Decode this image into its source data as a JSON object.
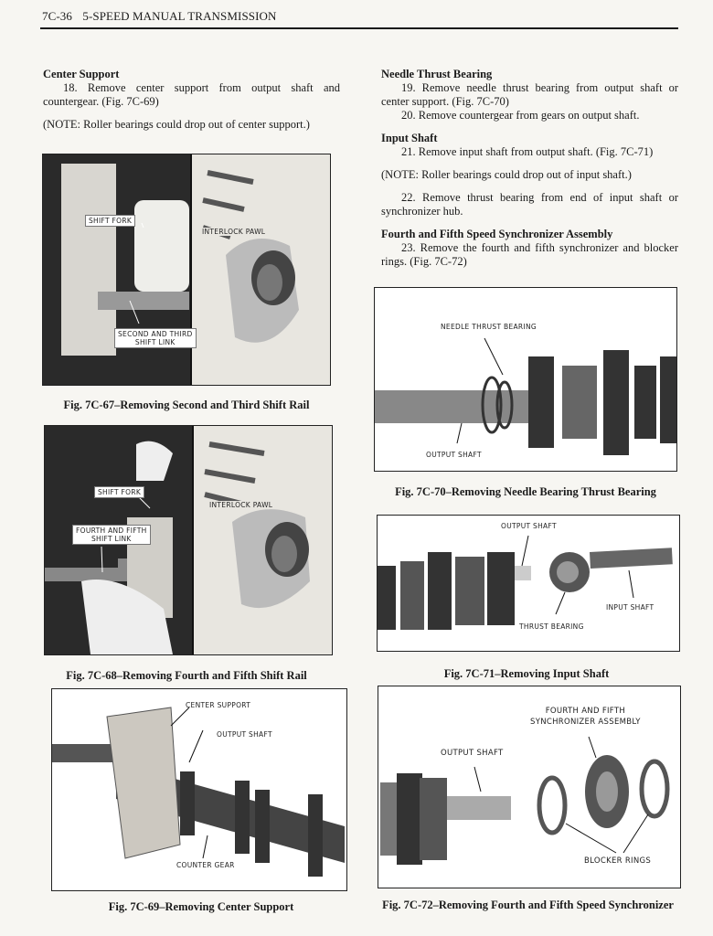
{
  "header": {
    "page_number": "7C-36",
    "section_title": "5-SPEED MANUAL TRANSMISSION"
  },
  "left_column": {
    "center_support": {
      "heading": "Center Support",
      "step_18": "18. Remove center support from output shaft and countergear. (Fig. 7C-69)",
      "note": "(NOTE: Roller bearings could drop out of center support.)"
    }
  },
  "right_column": {
    "needle_thrust_bearing": {
      "heading": "Needle Thrust Bearing",
      "step_19": "19. Remove needle thrust bearing from output shaft or center support. (Fig. 7C-70)",
      "step_20": "20. Remove countergear from gears on output shaft."
    },
    "input_shaft": {
      "heading": "Input Shaft",
      "step_21": "21. Remove input shaft from output shaft. (Fig. 7C-71)",
      "note": "(NOTE: Roller bearings could drop out of input shaft.)",
      "step_22": "22. Remove thrust bearing from end of input shaft or synchronizer hub."
    },
    "synchronizer": {
      "heading": "Fourth and Fifth Speed Synchronizer Assembly",
      "step_23": "23. Remove the fourth and fifth synchronizer and blocker rings. (Fig. 7C-72)"
    }
  },
  "figures": {
    "fig67": {
      "caption": "Fig. 7C-67–Removing Second and Third Shift Rail",
      "labels": {
        "shift_fork": "SHIFT FORK",
        "interlock_pawl": "INTERLOCK PAWL",
        "link_1": "SECOND AND THIRD",
        "link_2": "SHIFT LINK"
      }
    },
    "fig68": {
      "caption": "Fig. 7C-68–Removing Fourth and Fifth Shift Rail",
      "labels": {
        "shift_fork": "SHIFT FORK",
        "interlock_pawl": "INTERLOCK PAWL",
        "link_1": "FOURTH AND FIFTH",
        "link_2": "SHIFT LINK"
      }
    },
    "fig69": {
      "caption": "Fig. 7C-69–Removing Center Support",
      "labels": {
        "center_support": "CENTER SUPPORT",
        "output_shaft": "OUTPUT SHAFT",
        "counter_gear": "COUNTER GEAR"
      }
    },
    "fig70": {
      "caption": "Fig. 7C-70–Removing Needle Bearing Thrust Bearing",
      "labels": {
        "needle_thrust_bearing": "NEEDLE THRUST BEARING",
        "output_shaft": "OUTPUT SHAFT"
      }
    },
    "fig71": {
      "caption": "Fig. 7C-71–Removing Input Shaft",
      "labels": {
        "output_shaft": "OUTPUT SHAFT",
        "thrust_bearing": "THRUST BEARING",
        "input_shaft": "INPUT SHAFT"
      }
    },
    "fig72": {
      "caption": "Fig. 7C-72–Removing Fourth and Fifth Speed Synchronizer",
      "labels": {
        "sync_1": "FOURTH AND FIFTH",
        "sync_2": "SYNCHRONIZER ASSEMBLY",
        "output_shaft": "OUTPUT SHAFT",
        "blocker_rings": "BLOCKER RINGS"
      }
    }
  }
}
